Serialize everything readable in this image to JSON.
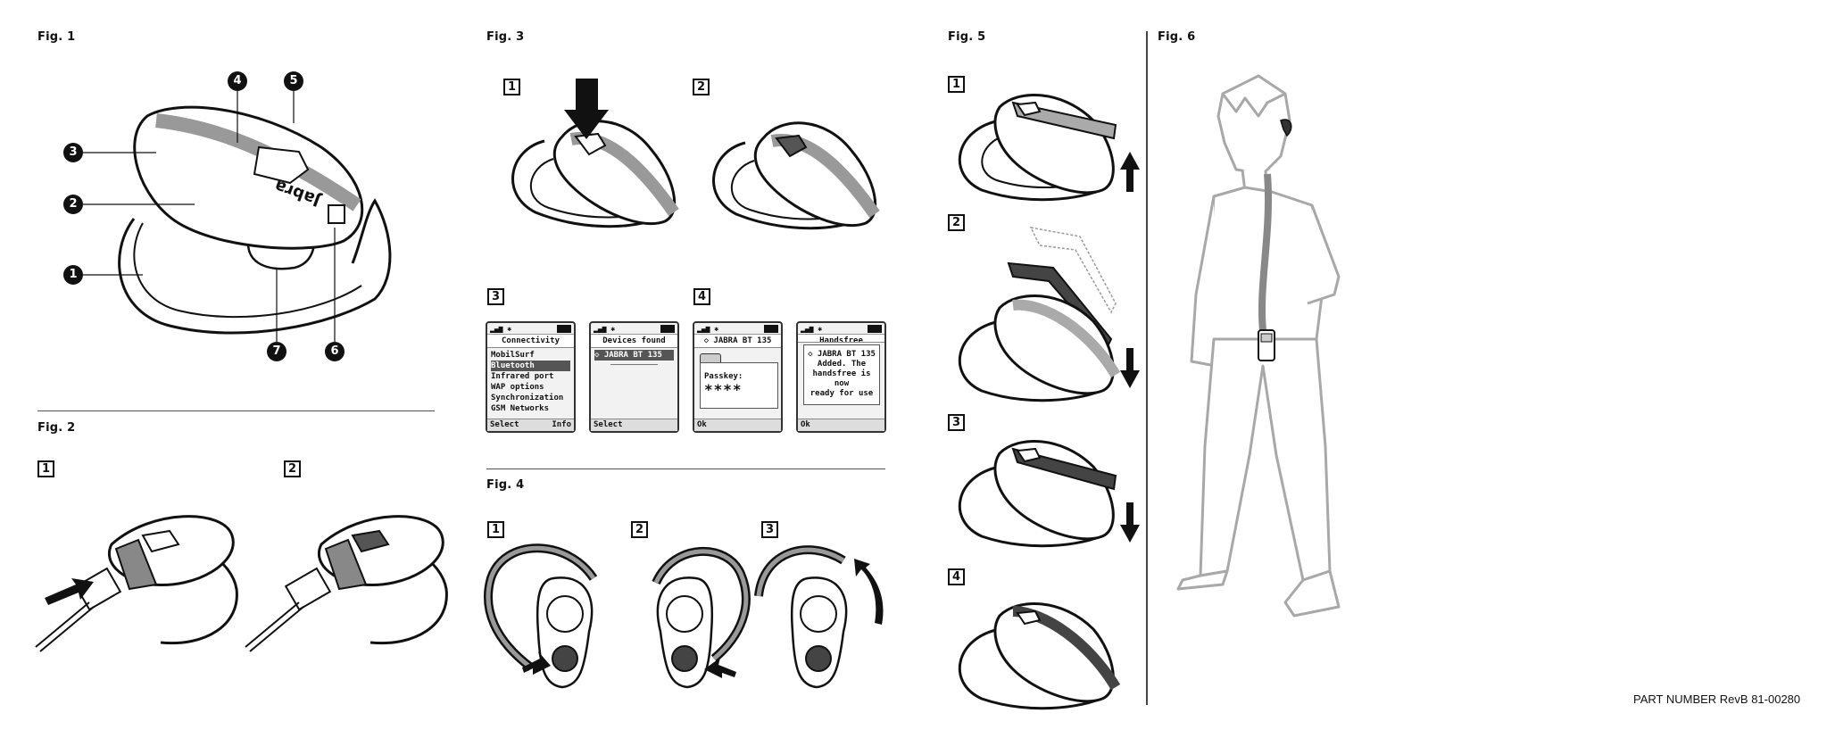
{
  "figures": {
    "fig1": "Fig. 1",
    "fig2": "Fig. 2",
    "fig3": "Fig. 3",
    "fig4": "Fig. 4",
    "fig5": "Fig. 5",
    "fig6": "Fig. 6"
  },
  "fig1_callouts": [
    "1",
    "2",
    "3",
    "4",
    "5",
    "6",
    "7"
  ],
  "brand_on_headset": "Jabra",
  "steps": {
    "s1": "1",
    "s2": "2",
    "s3": "3",
    "s4": "4"
  },
  "phone_screens": [
    {
      "title": "Connectivity",
      "items": [
        "MobilSurf",
        "Bluetooth",
        "Infrared port",
        "WAP options",
        "Synchronization",
        "GSM Networks"
      ],
      "selected": 1,
      "soft_left": "Select",
      "soft_right": "Info"
    },
    {
      "title": "Devices found",
      "items": [
        "JABRA BT 135"
      ],
      "selected": 0,
      "soft_left": "Select",
      "soft_right": ""
    },
    {
      "title": "JABRA BT 135",
      "passkey_label": "Passkey:",
      "passkey_value": "****",
      "soft_left": "Ok",
      "soft_right": ""
    },
    {
      "title": "Handsfree",
      "message": [
        "JABRA BT 135",
        "Added. The",
        "handsfree is now",
        "ready for use"
      ],
      "soft_left": "Ok",
      "soft_right": ""
    }
  ],
  "part_number": "PART NUMBER  RevB 81-00280",
  "colors": {
    "ink": "#111111",
    "band": "#9a9a9a",
    "dark_band": "#4a4a4a",
    "figure_gray": "#a8a8a8"
  }
}
